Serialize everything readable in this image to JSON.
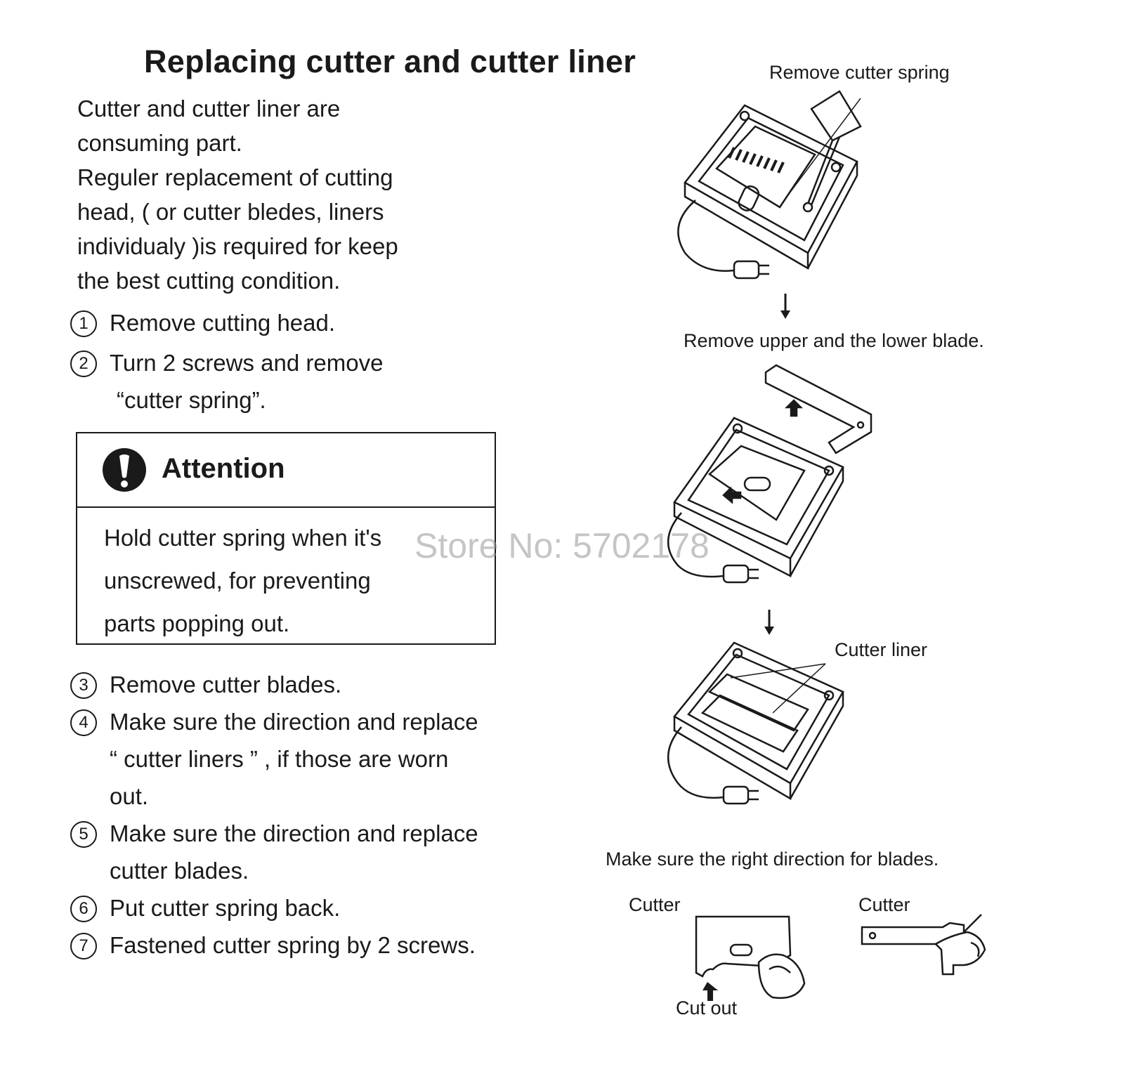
{
  "document": {
    "title": "Replacing cutter and cutter liner",
    "intro_lines": [
      "Cutter and cutter liner are",
      "consuming part.",
      "Reguler replacement of cutting",
      "head, ( or cutter bledes, liners",
      "individualy )is required for keep",
      "the best cutting condition."
    ],
    "steps_a": [
      {
        "num": "1",
        "lines": [
          "Remove cutting head."
        ]
      },
      {
        "num": "2",
        "lines": [
          "Turn 2 screws and remove",
          " “cutter spring”."
        ]
      }
    ],
    "attention": {
      "icon": "exclamation-icon",
      "title": "Attention",
      "lines": [
        "Hold cutter spring when it's",
        "unscrewed, for preventing",
        "parts popping out."
      ]
    },
    "steps_b": [
      {
        "num": "3",
        "lines": [
          "Remove cutter blades."
        ]
      },
      {
        "num": "4",
        "lines": [
          "Make sure the direction and replace",
          "“ cutter liners ” , if those are worn",
          "out."
        ]
      },
      {
        "num": "5",
        "lines": [
          "Make sure the direction and replace",
          "cutter blades."
        ]
      },
      {
        "num": "6",
        "lines": [
          "Put cutter spring back."
        ]
      },
      {
        "num": "7",
        "lines": [
          "Fastened cutter spring by 2 screws."
        ]
      }
    ]
  },
  "figure": {
    "label_remove_spring": "Remove cutter spring",
    "label_remove_blades": "Remove upper and the lower blade.",
    "label_cutter_liner": "Cutter liner",
    "label_direction": "Make sure the right direction for blades.",
    "label_cutter_left": "Cutter",
    "label_cutter_right": "Cutter",
    "label_cut_out": "Cut out"
  },
  "watermark": "Store No: 5702178",
  "colors": {
    "ink": "#1a1a1a",
    "watermark": "#969696"
  }
}
